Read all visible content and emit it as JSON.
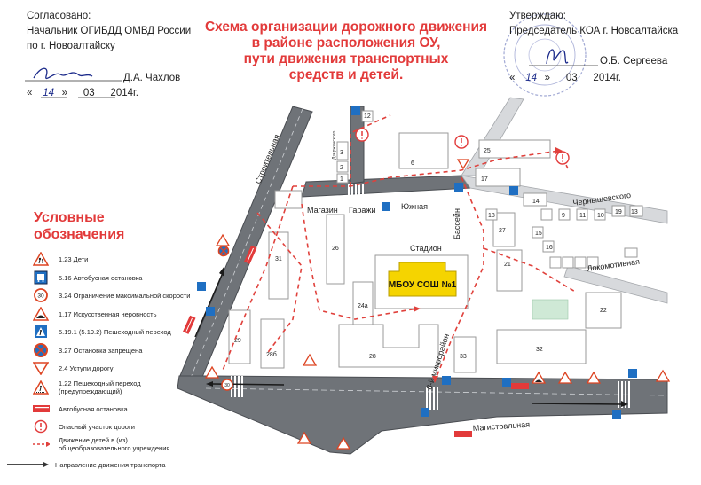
{
  "header_left": {
    "line1": "Согласовано:",
    "line2": "Начальник ОГИБДД ОМВД России",
    "line3": "по г. Новоалтайску",
    "signer": "Д.А. Чахлов",
    "date_open": "«",
    "date_day": "14",
    "date_close": "»",
    "date_month": "03",
    "date_year": "2014г."
  },
  "header_right": {
    "line1": "Утверждаю:",
    "line2": "Председатель КОА г. Новоалтайска",
    "signer": "О.Б. Сергеева",
    "date_open": "«",
    "date_day": "14",
    "date_close": "»",
    "date_month": "03",
    "date_year": "2014г."
  },
  "title": {
    "line1": "Схема организации дорожного движения",
    "line2": "в районе расположения ОУ,",
    "line3": "пути движения транспортных",
    "line4": "средств и детей."
  },
  "legend": {
    "title_line1": "Условные",
    "title_line2": "обозначения",
    "items": [
      {
        "icon": "children-sign-icon",
        "label": "1.23 Дети"
      },
      {
        "icon": "bus-stop-sign-icon",
        "label": "5.16 Автобусная остановка"
      },
      {
        "icon": "speed-limit-sign-icon",
        "label": "3.24 Ограничение максимальной скорости",
        "value": "30"
      },
      {
        "icon": "speed-bump-sign-icon",
        "label": "1.17 Искусственная неровность"
      },
      {
        "icon": "crosswalk-sign-icon",
        "label": "5.19.1 (5.19.2) Пешеходный переход"
      },
      {
        "icon": "no-stopping-sign-icon",
        "label": "3.27 Остановка запрещена"
      },
      {
        "icon": "yield-sign-icon",
        "label": "2.4 Уступи дорогу"
      },
      {
        "icon": "pedestrian-crossing-warning-icon",
        "label": "1.22 Пешеходный переход",
        "label2": "(предупреждающий)"
      },
      {
        "icon": "bus-stop-marker-icon",
        "label": "Автобусная остановка"
      },
      {
        "icon": "danger-marker-icon",
        "label": "Опасный участок дороги"
      },
      {
        "icon": "children-path-icon",
        "label": "Движение детей в (из)",
        "label2": "общеобразовательного учреждения"
      },
      {
        "icon": "traffic-direction-icon",
        "label": "Направление движения  транспорта"
      }
    ]
  },
  "map": {
    "school_label": "МБОУ СОШ №1",
    "labels": {
      "stadium": "Стадион",
      "shops": "Магазин",
      "garages": "Гаражи",
      "pool": "Бассейн"
    },
    "streets": {
      "stroitelnaya": "Строительная",
      "yuzhnaya": "Южная",
      "chernyshevskogo": "Чернышевского",
      "lokomotivnaya": "Локомотивная",
      "magistralnaya": "Магистральная",
      "mikrorayon": "8-й микрорайон",
      "dzerzhinskogo": "Дзержинского"
    },
    "buildings": [
      "31",
      "26",
      "24a",
      "29",
      "28б",
      "28",
      "33",
      "32",
      "21",
      "27",
      "22",
      "17",
      "6",
      "3",
      "2",
      "1",
      "12",
      "13",
      "14",
      "15",
      "16",
      "18",
      "19",
      "10",
      "11",
      "9",
      "25"
    ],
    "colors": {
      "road": "#6f7378",
      "road_edge": "#4a4d52",
      "building": "#ffffff",
      "building_stroke": "#9a9a9a",
      "path": "#e0413c",
      "school": "#f5d400",
      "title": "#e23a3a"
    }
  }
}
